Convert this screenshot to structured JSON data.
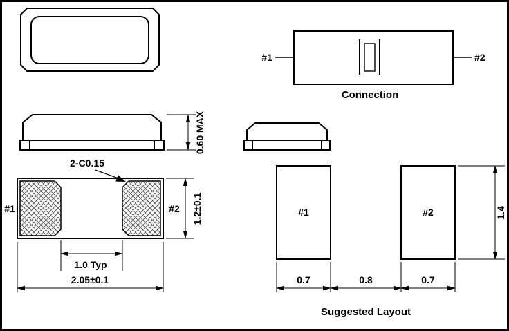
{
  "drawing": {
    "connection": {
      "pin1": "#1",
      "pin2": "#2",
      "title": "Connection"
    },
    "side_view": {
      "height": "0.60 MAX"
    },
    "bottom_view": {
      "pad1": "#1",
      "pad2": "#2",
      "chamfer": "2-C0.15",
      "width": "1.2±0.1",
      "pad_pitch": "1.0 Typ",
      "length": "2.05±0.1"
    },
    "suggested_layout": {
      "title": "Suggested Layout",
      "pad1": "#1",
      "pad2": "#2",
      "dim_pad1_width": "0.7",
      "dim_gap": "0.8",
      "dim_pad2_width": "0.7",
      "dim_height": "1.4"
    },
    "colors": {
      "line": "#000000",
      "background": "#ffffff"
    }
  }
}
